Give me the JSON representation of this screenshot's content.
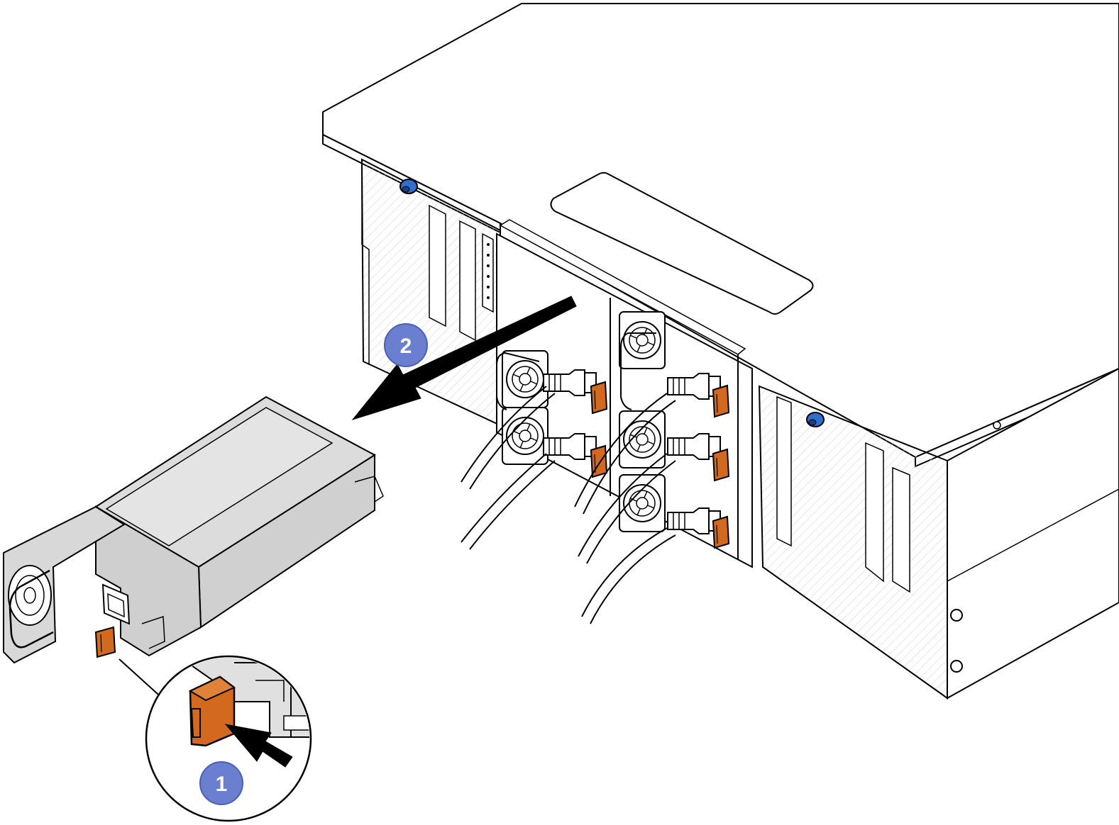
{
  "diagram": {
    "steps": [
      {
        "number": "1",
        "action": "press-release-tab"
      },
      {
        "number": "2",
        "action": "slide-psu-out"
      }
    ],
    "colors": {
      "callout_fill": "#6b7fd0",
      "callout_stroke": "#4a5fb5",
      "release_tab": "#d2691e",
      "thumbscrew": "#2f6fd0",
      "psu_body": "#dcdcdc",
      "outline": "#000000"
    },
    "icons": [
      "release-tab-icon",
      "thumbscrew-icon",
      "fan-icon",
      "power-cable-icon"
    ]
  }
}
